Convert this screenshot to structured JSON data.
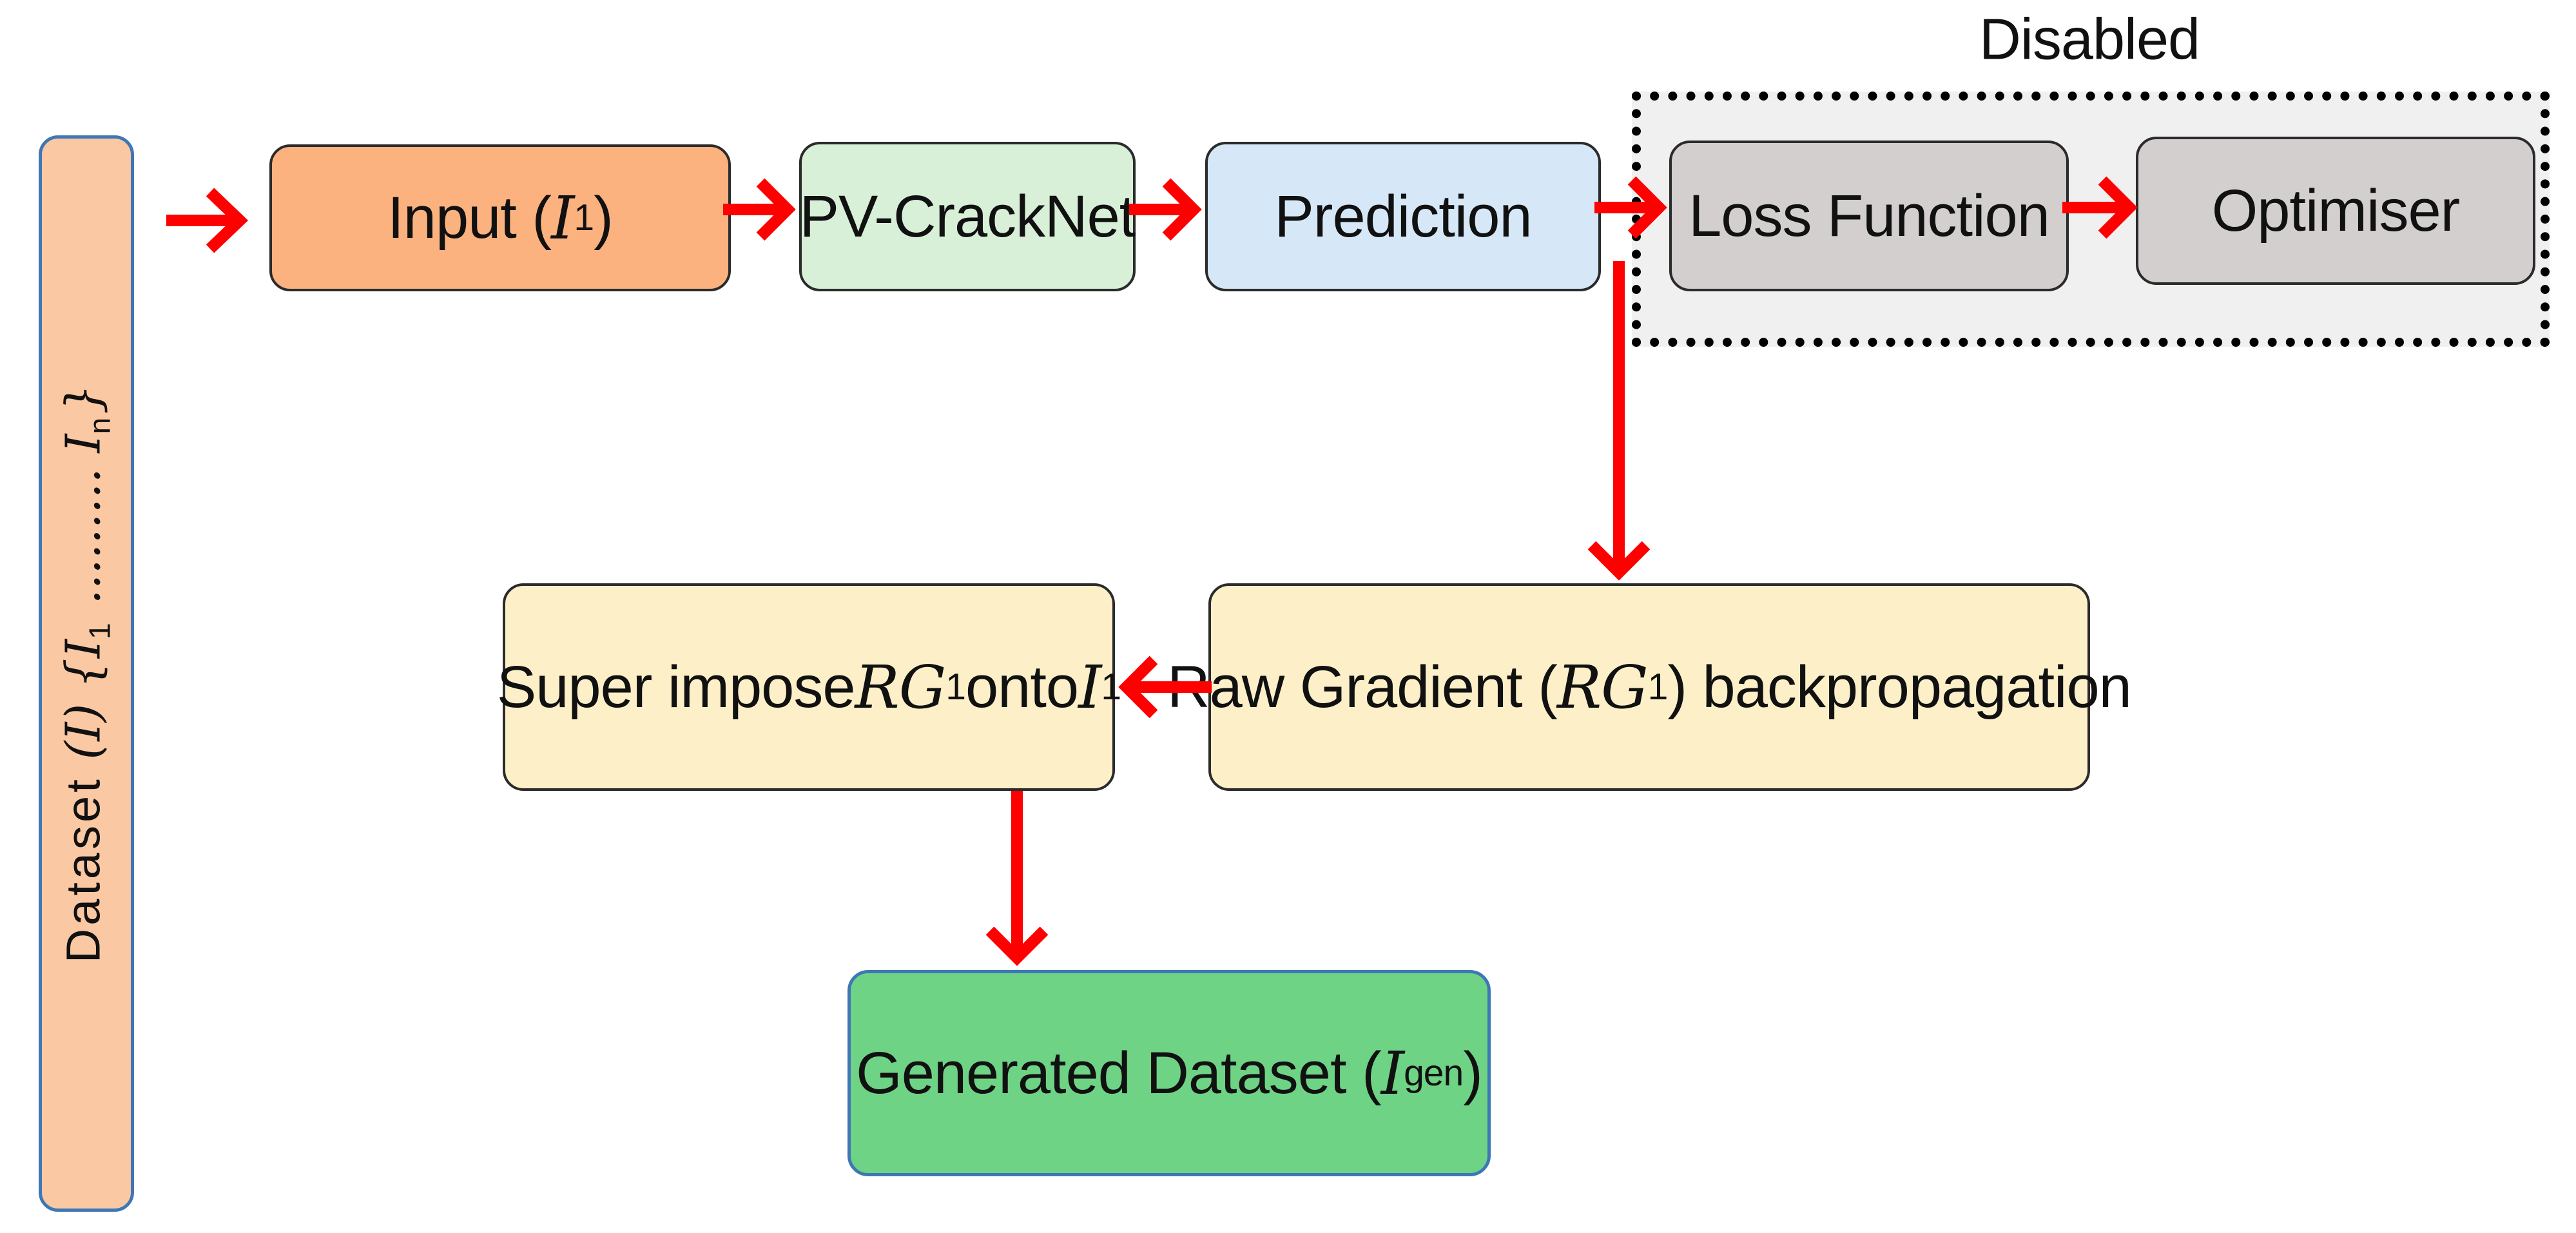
{
  "dataset": {
    "prefix": "Dataset ",
    "var": "(I)",
    "set_open": " {I",
    "set_first_sub": "1",
    "set_ellipsis": " ......... I",
    "set_last_sub": "n",
    "set_close": "}"
  },
  "input_box": {
    "text": "Input (",
    "var": "I",
    "sub": "1",
    "close": ")"
  },
  "cracknet_box": {
    "text": "PV-CrackNet"
  },
  "prediction_box": {
    "text": "Prediction"
  },
  "disabled_region": {
    "label": "Disabled"
  },
  "loss_box": {
    "text": "Loss Function"
  },
  "optimiser_box": {
    "text": "Optimiser"
  },
  "raw_gradient_box": {
    "text": "Raw Gradient (",
    "var": "RG",
    "sub": "1",
    "close": ") backpropagation"
  },
  "superimpose_box": {
    "text": "Super impose ",
    "var1": "RG",
    "sub1": "1",
    "mid": " onto ",
    "var2": "I",
    "sub2": "1"
  },
  "generated_box": {
    "text": "Generated Dataset (",
    "var": "I",
    "sub": "gen",
    "close": ")"
  },
  "colors": {
    "arrow": "#ff0000",
    "dataset_fill": "#fac8a3",
    "input_fill": "#fbb27f",
    "cracknet_fill": "#d7f0d7",
    "prediction_fill": "#d6e8f7",
    "disabled_fill": "#f0f0f0",
    "loss_optimiser_fill": "#d3cfcf",
    "gradient_fill": "#fdf0c9",
    "generated_fill": "#6fd386",
    "accent_border": "#3e77b4"
  }
}
